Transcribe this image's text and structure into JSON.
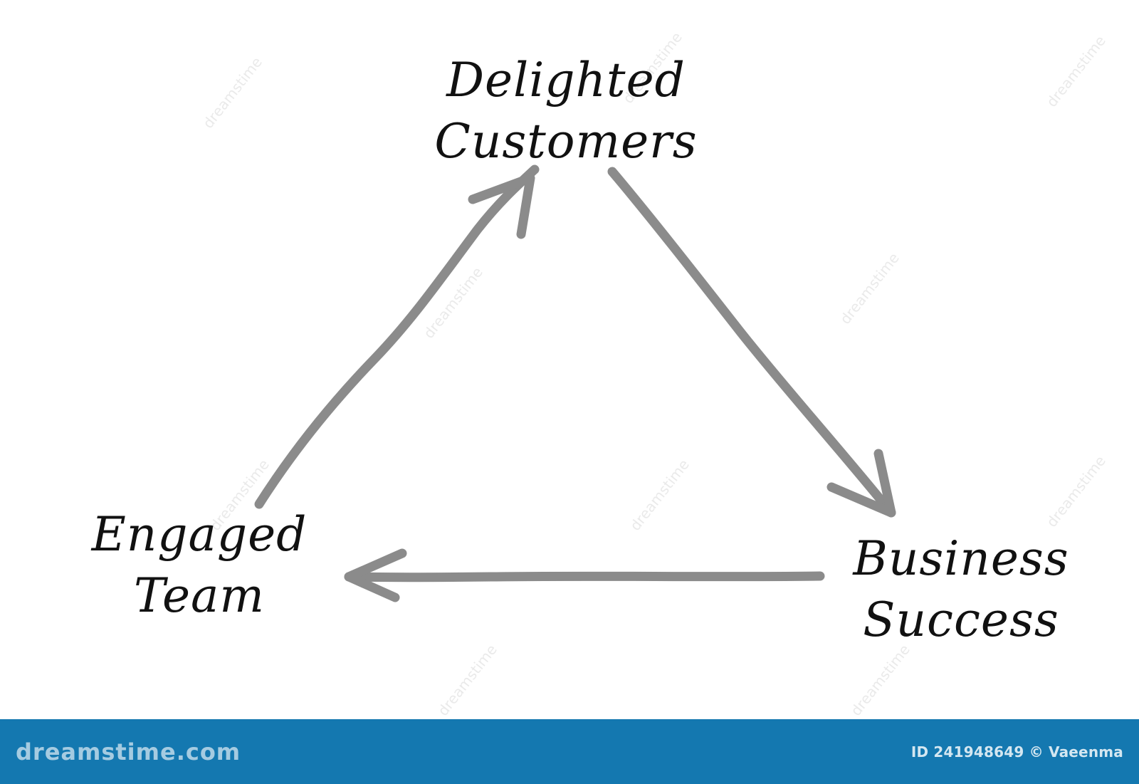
{
  "diagram": {
    "nodes": {
      "top": {
        "line1": "Delighted",
        "line2": "Customers"
      },
      "left": {
        "line1": "Engaged",
        "line2": "Team"
      },
      "right": {
        "line1": "Business",
        "line2": "Success"
      }
    },
    "edges": [
      {
        "from": "Engaged Team",
        "to": "Delighted Customers"
      },
      {
        "from": "Delighted Customers",
        "to": "Business Success"
      },
      {
        "from": "Business Success",
        "to": "Engaged Team"
      }
    ],
    "arrow_color": "#8b8b8b",
    "text_color": "#111111"
  },
  "watermarks": [
    "dreamstime",
    "dreamstime",
    "dreamstime",
    "dreamstime",
    "dreamstime",
    "dreamstime",
    "dreamstime",
    "dreamstime",
    "dreamstime",
    "dreamstime"
  ],
  "footer": {
    "brand": "dreamstime.com",
    "credit": "ID 241948649 © Vaeenma",
    "background_color": "#1478b0"
  }
}
